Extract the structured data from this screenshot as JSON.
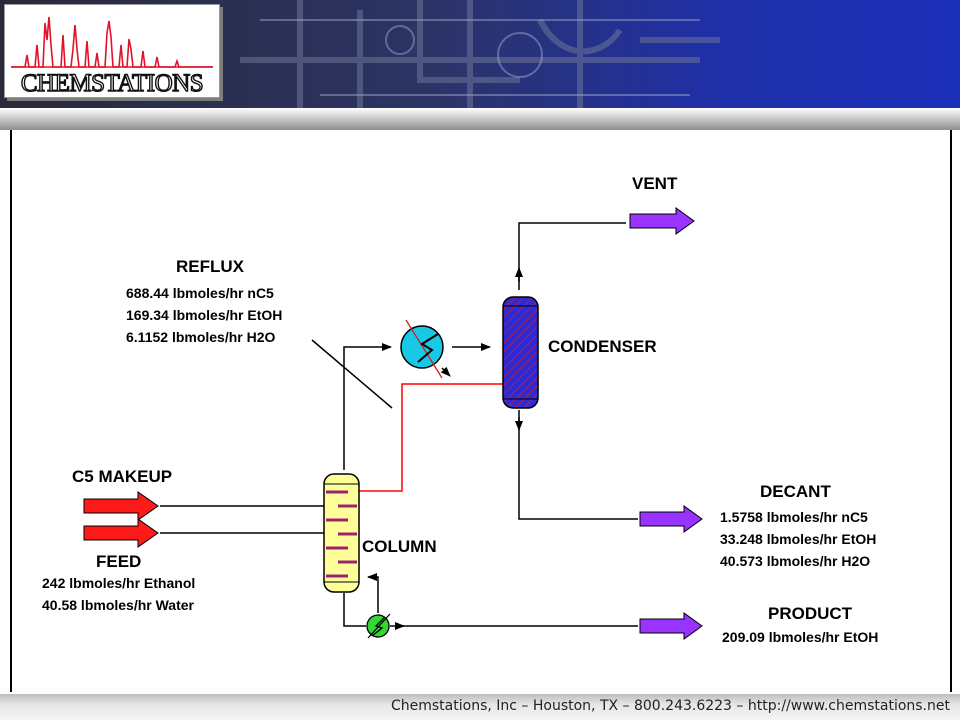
{
  "logo": {
    "text": "CHEMSTATIONS"
  },
  "diagram": {
    "labels": {
      "vent": "VENT",
      "reflux_title": "REFLUX",
      "reflux_lines": [
        "688.44 lbmoles/hr nC5",
        "169.34 lbmoles/hr EtOH",
        "6.1152 lbmoles/hr H2O"
      ],
      "condenser": "CONDENSER",
      "c5_makeup": "C5 MAKEUP",
      "feed_title": "FEED",
      "feed_lines": [
        "242 lbmoles/hr Ethanol",
        "40.58 lbmoles/hr Water"
      ],
      "column": "COLUMN",
      "decant_title": "DECANT",
      "decant_lines": [
        "1.5758 lbmoles/hr nC5",
        "33.248 lbmoles/hr EtOH",
        "40.573 lbmoles/hr H2O"
      ],
      "product_title": "PRODUCT",
      "product_lines": [
        "209.09 lbmoles/hr EtOH"
      ]
    },
    "colors": {
      "feed_arrow": "#ff1a1a",
      "product_arrow": "#9933ff",
      "condenser_fill": "#2a2ad6",
      "column_fill": "#ffff99",
      "column_tray": "#a0206e",
      "heat_exchanger": "#17c9e6",
      "reboiler": "#33d633",
      "reflux_line": "#ff0000"
    }
  },
  "footer": {
    "text": "Chemstations, Inc – Houston, TX – 800.243.6223 – http://www.chemstations.net"
  }
}
